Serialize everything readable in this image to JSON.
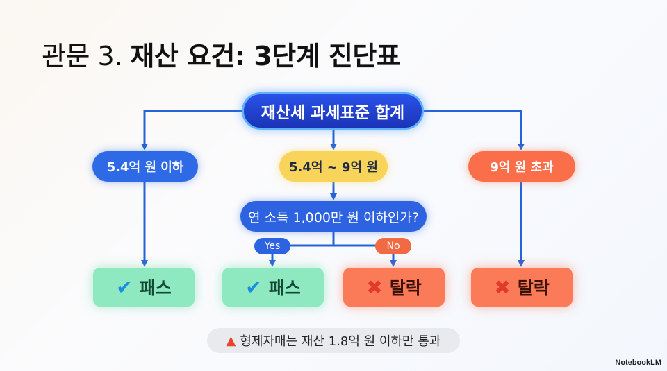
{
  "title": {
    "prefix": "관문 3.",
    "main": "재산 요건: 3단계 진단표"
  },
  "root": "재산세 과세표준 합계",
  "branches": {
    "low": "5.4억 원 이하",
    "mid": "5.4억 ~ 9억 원",
    "high": "9억 원 초과"
  },
  "question": "연 소득 1,000만 원 이하인가?",
  "tags": {
    "yes": "Yes",
    "no": "No"
  },
  "results": [
    {
      "label": "패스",
      "icon": "check-icon"
    },
    {
      "label": "패스",
      "icon": "check-icon"
    },
    {
      "label": "탈락",
      "icon": "cross-icon"
    },
    {
      "label": "탈락",
      "icon": "cross-icon"
    }
  ],
  "note": {
    "icon": "warning-icon",
    "text": "형제자매는 재산 1.8억 원 이하만 통과"
  },
  "brand": "NotebookLM",
  "colors": {
    "blue": "#2e6ae6",
    "yellow": "#f9d45a",
    "orange": "#fb6e4a",
    "pass": "#8ee8c0",
    "fail": "#fb7a58"
  }
}
